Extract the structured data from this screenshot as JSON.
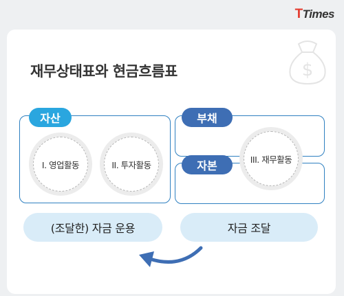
{
  "brand": {
    "accent": "T",
    "rest": "Times"
  },
  "title": "재무상태표와 현금흐름표",
  "icons": {
    "decor": "money-bag-icon",
    "flow": "curved-arrow-left-icon"
  },
  "colors": {
    "asset": "#2aa6df",
    "liability_equity": "#3e6eb4",
    "border": "#2d7fc0",
    "button": "#d9ecf8",
    "arrow": "#3e6eb4"
  },
  "sections": {
    "asset": {
      "label": "자산"
    },
    "liability": {
      "label": "부채"
    },
    "equity": {
      "label": "자본"
    }
  },
  "activities": {
    "operating": "I. 영업활동",
    "investing": "II. 투자활동",
    "financing": "III. 재무활동"
  },
  "buttons": {
    "use": "(조달한) 자금 운용",
    "raise": "자금 조달"
  }
}
